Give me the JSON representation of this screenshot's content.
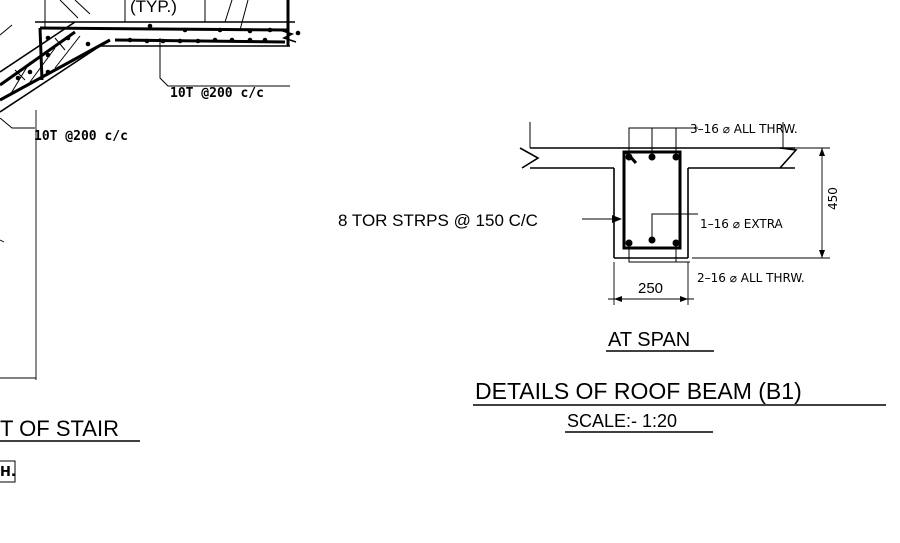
{
  "stair": {
    "typ_label": "(TYP.)",
    "bar_label_top": "10T @200 c/c",
    "bar_label_left": "10T @200 c/c",
    "section_title": "T OF STAIR",
    "boxed_text": "H."
  },
  "beam": {
    "top_bars": "3–16",
    "top_bars_suffix": "ALL  THRW.",
    "stirrups": "8 TOR STRPS @ 150 C/C",
    "extra_bars": "1–16",
    "extra_bars_suffix": "EXTRA",
    "bottom_bars": "2–16",
    "bottom_bars_suffix": "ALL  THRW.",
    "depth": "450",
    "width": "250",
    "span_label": "AT SPAN",
    "title": "DETAILS OF ROOF BEAM  (B1)",
    "scale": "SCALE:- 1:20"
  }
}
